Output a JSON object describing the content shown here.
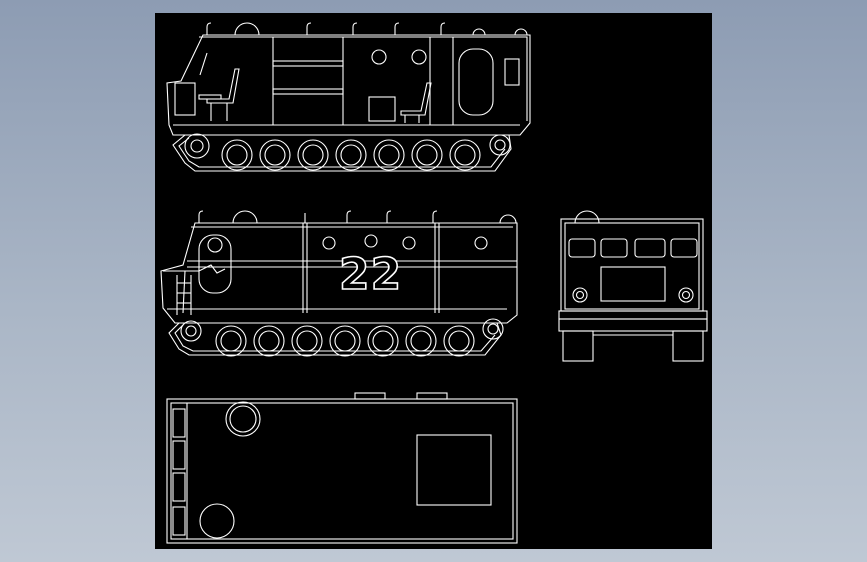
{
  "colors": {
    "background": "#9aa7bb",
    "canvas": "#000000",
    "stroke": "#ffffff"
  },
  "drawing": {
    "views": [
      "interior-side-view",
      "exterior-side-view",
      "front-view",
      "top-view"
    ],
    "vehicle_number": "22",
    "road_wheels_per_side": 7
  }
}
